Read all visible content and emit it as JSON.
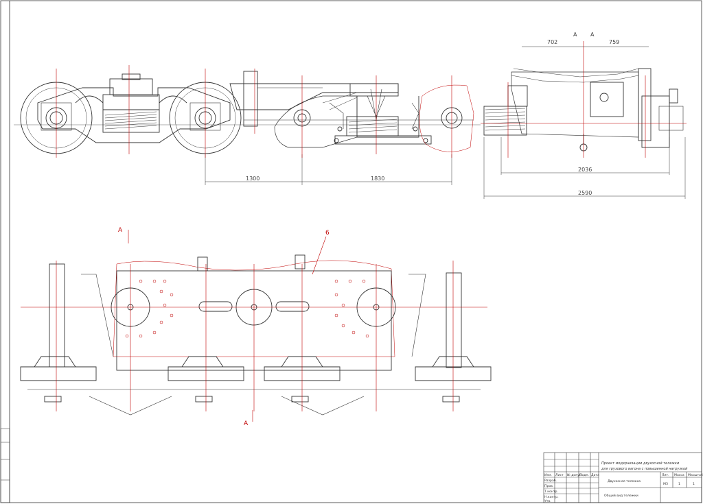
{
  "dimensions": {
    "side_left": "1300",
    "side_right": "1830",
    "end_top_left": "702",
    "end_top_right": "759",
    "end_inner": "2036",
    "end_overall": "2590"
  },
  "section_labels": {
    "end_top_a1": "A",
    "end_top_a2": "A",
    "plan_top": "A",
    "plan_bottom": "A",
    "leader": "6"
  },
  "title_block": {
    "title_line1": "Проект модернизации двухосной тележки",
    "title_line2": "для грузового вагона с повышенной нагрузкой",
    "drawing_name": "Двухосная тележка",
    "view_name": "Общий вид тележки",
    "col_letter": "Лит.",
    "col_mass": "Масса",
    "col_scale": "Масштаб",
    "letter_value": "МЗ",
    "mass_value": "1",
    "scale_value": "1",
    "row_izm": "Изм.",
    "row_list": "Лист",
    "row_ndoc": "№ докум.",
    "row_podp": "Подп.",
    "row_date": "Дата",
    "row_razrab": "Разраб.",
    "row_prov": "Пров.",
    "row_tkontr": "Т.контр.",
    "row_nkontr": "Н.контр.",
    "row_utv": "Утв."
  },
  "colors": {
    "line": "#333333",
    "thin": "#555555",
    "center": "#c00000",
    "frame": "#333333"
  }
}
